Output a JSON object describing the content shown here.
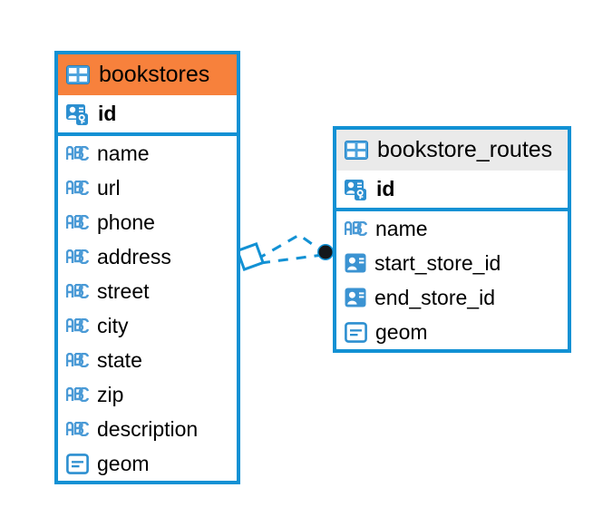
{
  "diagram": {
    "type": "entity-relationship-diagram",
    "background_color": "#ffffff",
    "accent_color": "#1291d4",
    "highlight_color": "#f7813c",
    "neutral_header_color": "#eaeaea"
  },
  "entities": [
    {
      "name": "bookstores",
      "header_style": "accent",
      "header_icon": "table-icon",
      "fields": [
        {
          "name": "id",
          "icon": "primary-key-icon",
          "type_hint": "key",
          "emphasis": "bold"
        },
        {
          "name": "name",
          "icon": "abc-text-icon",
          "type_hint": "text",
          "emphasis": "normal"
        },
        {
          "name": "url",
          "icon": "abc-text-icon",
          "type_hint": "text",
          "emphasis": "normal"
        },
        {
          "name": "phone",
          "icon": "abc-text-icon",
          "type_hint": "text",
          "emphasis": "normal"
        },
        {
          "name": "address",
          "icon": "abc-text-icon",
          "type_hint": "text",
          "emphasis": "normal"
        },
        {
          "name": "street",
          "icon": "abc-text-icon",
          "type_hint": "text",
          "emphasis": "normal"
        },
        {
          "name": "city",
          "icon": "abc-text-icon",
          "type_hint": "text",
          "emphasis": "normal"
        },
        {
          "name": "state",
          "icon": "abc-text-icon",
          "type_hint": "text",
          "emphasis": "normal"
        },
        {
          "name": "zip",
          "icon": "abc-text-icon",
          "type_hint": "text",
          "emphasis": "normal"
        },
        {
          "name": "description",
          "icon": "abc-text-icon",
          "type_hint": "text",
          "emphasis": "normal"
        },
        {
          "name": "geom",
          "icon": "geometry-icon",
          "type_hint": "geometry",
          "emphasis": "normal"
        }
      ]
    },
    {
      "name": "bookstore_routes",
      "header_style": "neutral",
      "header_icon": "table-icon",
      "fields": [
        {
          "name": "id",
          "icon": "primary-key-icon",
          "type_hint": "key",
          "emphasis": "bold"
        },
        {
          "name": "name",
          "icon": "abc-text-icon",
          "type_hint": "text",
          "emphasis": "normal"
        },
        {
          "name": "start_store_id",
          "icon": "foreign-key-icon",
          "type_hint": "reference",
          "emphasis": "normal"
        },
        {
          "name": "end_store_id",
          "icon": "foreign-key-icon",
          "type_hint": "reference",
          "emphasis": "normal"
        },
        {
          "name": "geom",
          "icon": "geometry-icon",
          "type_hint": "geometry",
          "emphasis": "normal"
        }
      ]
    }
  ],
  "relationships": [
    {
      "from_entity": "bookstores",
      "to_entity": "bookstore_routes",
      "to_field": "start_store_id",
      "line_style": "dashed",
      "source_marker": "rhombus",
      "target_marker": "filled-dot",
      "color": "#1291d4"
    },
    {
      "from_entity": "bookstores",
      "to_entity": "bookstore_routes",
      "to_field": "end_store_id",
      "line_style": "dashed",
      "source_marker": "rhombus",
      "target_marker": "filled-dot",
      "color": "#1291d4"
    }
  ]
}
